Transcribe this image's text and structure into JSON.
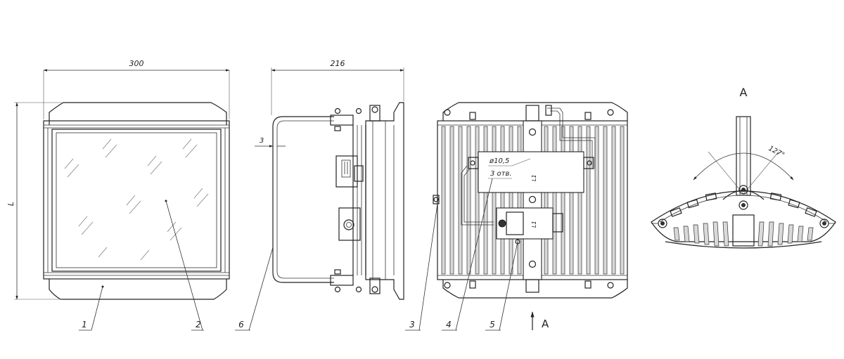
{
  "dimensions": {
    "front_width": "300",
    "side_depth": "216",
    "frame_gap": "3",
    "height": "L"
  },
  "callouts": [
    "1",
    "2",
    "6",
    "3",
    "4",
    "5"
  ],
  "annotations": {
    "hole_spec_line1": "ø10,5",
    "hole_spec_line2": "3 отв.",
    "terminal_label": "L1",
    "terminal_label_2": "L1",
    "view_arrow_label": "A",
    "view_title": "A",
    "tilt_angle": "127°"
  }
}
